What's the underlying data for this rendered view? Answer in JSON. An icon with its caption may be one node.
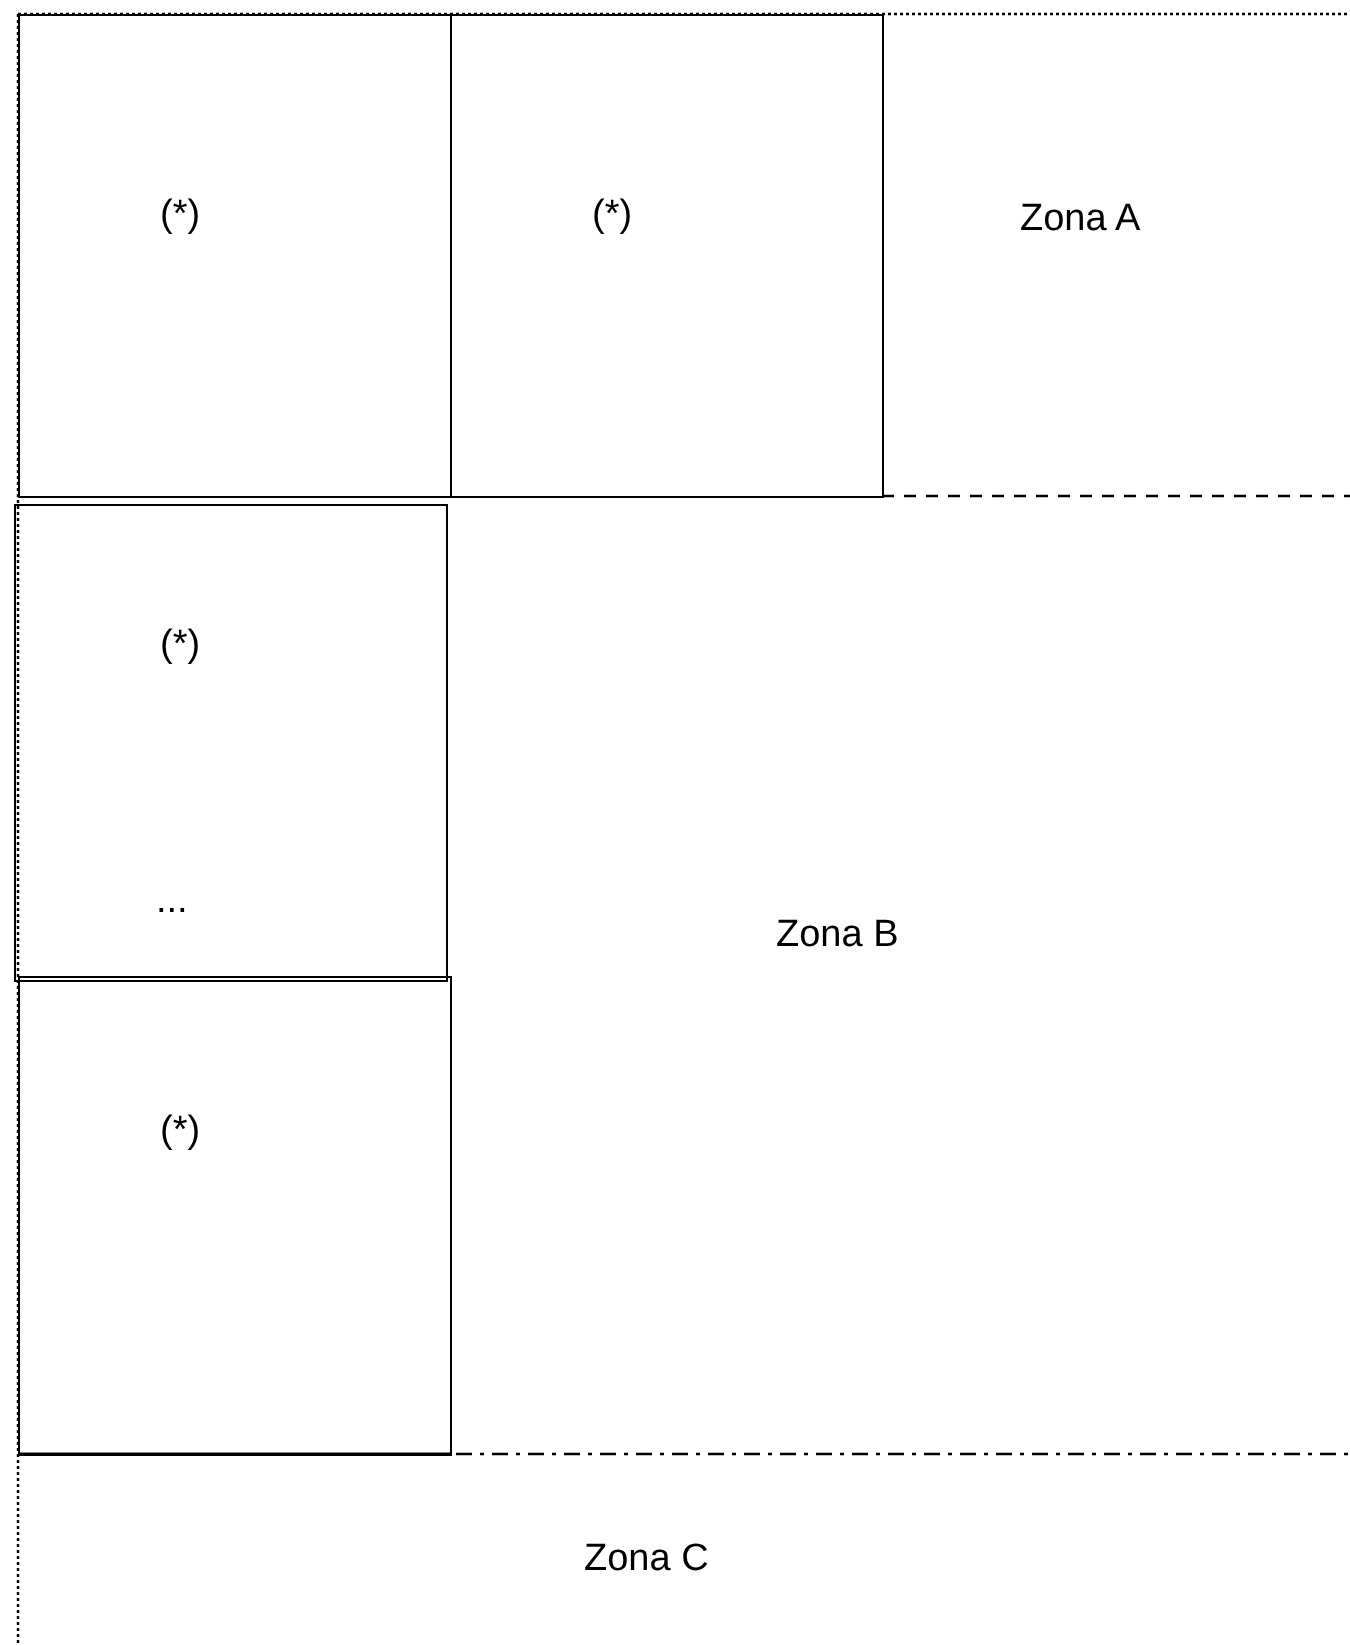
{
  "diagram": {
    "nodes": [
      {
        "text": [
          "(*)"
        ]
      },
      {
        "text": [
          "(*)"
        ]
      },
      {
        "text": [
          "(*)",
          "..."
        ]
      },
      {
        "text": [
          "(*)"
        ]
      }
    ],
    "labels": [
      "Zona A",
      "Zona B",
      "Zona C"
    ]
  }
}
